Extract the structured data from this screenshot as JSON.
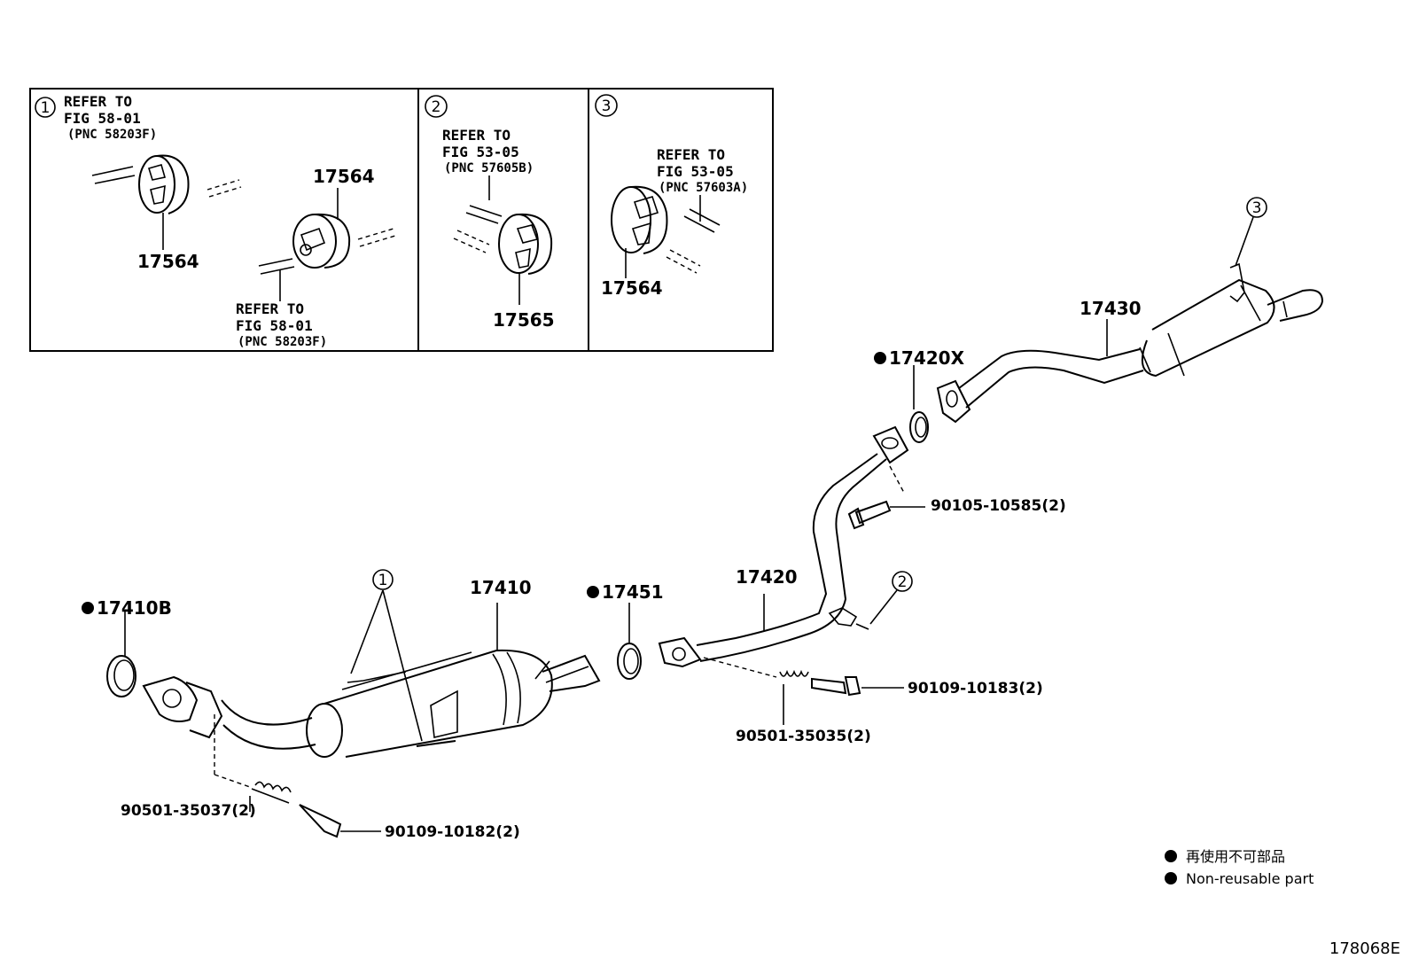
{
  "diagram": {
    "inset": {
      "panel1": {
        "num": "1",
        "refer_a": [
          "REFER TO",
          "FIG 58-01",
          "(PNC 58203F)"
        ],
        "refer_b": [
          "REFER TO",
          "FIG 58-01",
          "(PNC 58203F)"
        ],
        "part_a": "17564",
        "part_b": "17564"
      },
      "panel2": {
        "num": "2",
        "refer": [
          "REFER TO",
          "FIG 53-05",
          "(PNC 57605B)"
        ],
        "part": "17565"
      },
      "panel3": {
        "num": "3",
        "refer": [
          "REFER TO",
          "FIG 53-05",
          "(PNC 57603A)"
        ],
        "part": "17564"
      }
    },
    "parts": {
      "p17410B": "17410B",
      "p17410": "17410",
      "p17451": "17451",
      "p17420": "17420",
      "p17420X": "17420X",
      "p17430": "17430",
      "b90105": "90105-10585(2)",
      "b90109_183": "90109-10183(2)",
      "s90501_35035": "90501-35035(2)",
      "s90501_35037": "90501-35037(2)",
      "b90109_182": "90109-10182(2)"
    },
    "callouts": {
      "c1": "1",
      "c2": "2",
      "c3": "3"
    },
    "legend": {
      "jp": "再使用不可部品",
      "en": "Non-reusable part"
    },
    "figure_id": "178068E"
  }
}
